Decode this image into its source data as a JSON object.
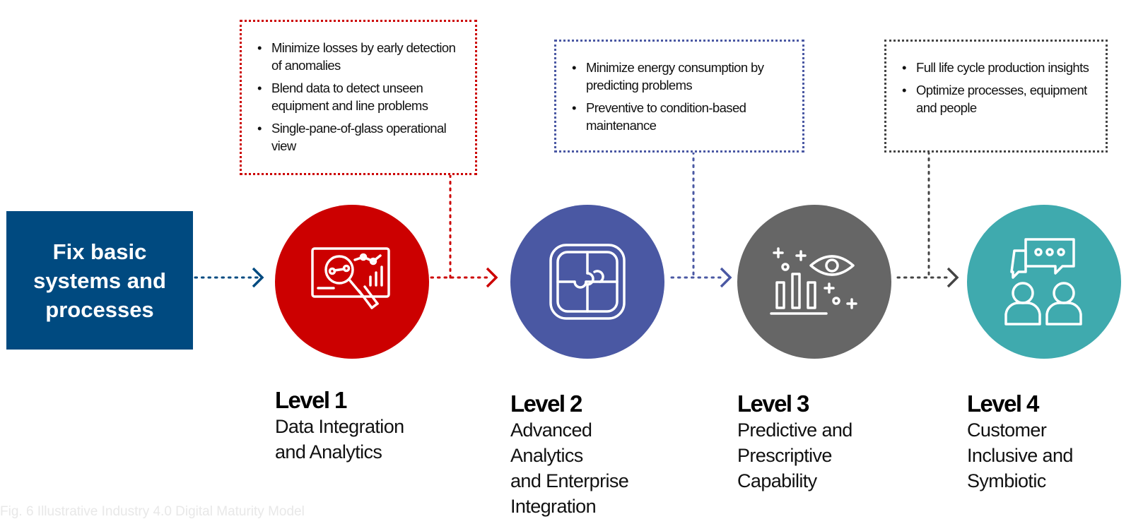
{
  "start": {
    "label": "Fix basic systems and processes",
    "color": "#004a80"
  },
  "levels": [
    {
      "title": "Level 1",
      "description": "Data Integration\nand Analytics",
      "color": "#cc0000",
      "icon": "dashboard-magnifier-icon",
      "bullets": [
        "Minimize losses by early detection of anomalies",
        "Blend data to detect unseen equipment and line problems",
        "Single-pane-of-glass operational view"
      ]
    },
    {
      "title": "Level 2",
      "description": "Advanced\nAnalytics\nand Enterprise\nIntegration",
      "color": "#4a58a3",
      "icon": "puzzle-icon",
      "bullets": [
        "Minimize energy consumption by predicting problems",
        "Preventive to condition-based maintenance"
      ]
    },
    {
      "title": "Level 3",
      "description": "Predictive and\nPrescriptive\nCapability",
      "color": "#666666",
      "icon": "eye-chart-icon",
      "bullets": []
    },
    {
      "title": "Level 4",
      "description": "Customer\nInclusive and\nSymbiotic",
      "color": "#3faaae",
      "icon": "people-chat-icon",
      "bullets": [
        "Full life cycle production insights",
        "Optimize processes, equipment and people"
      ]
    }
  ],
  "arrow_colors": [
    "#004a80",
    "#cc0000",
    "#4a58a3",
    "#444444"
  ],
  "faint_caption": "Fig. 6 Illustrative Industry 4.0 Digital Maturity Model"
}
